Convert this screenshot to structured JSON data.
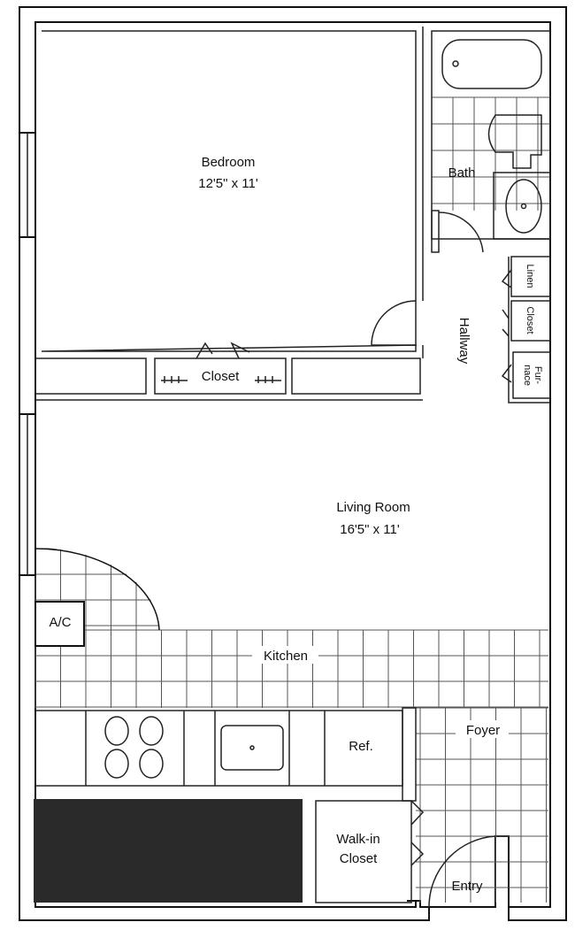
{
  "rooms": {
    "bedroom": {
      "name": "Bedroom",
      "size": "12'5\" x 11'"
    },
    "bedroom_closet": {
      "name": "Closet"
    },
    "bath": {
      "name": "Bath"
    },
    "hallway": {
      "name": "Hallway"
    },
    "linen": {
      "name": "Linen"
    },
    "hall_closet": {
      "name": "Closet"
    },
    "furnace": {
      "name_line1": "Fur-",
      "name_line2": "nace"
    },
    "living_room": {
      "name": "Living Room",
      "size": "16'5\" x 11'"
    },
    "ac": {
      "name": "A/C"
    },
    "kitchen": {
      "name": "Kitchen"
    },
    "refrigerator": {
      "name": "Ref."
    },
    "foyer": {
      "name": "Foyer"
    },
    "walkin_closet": {
      "name_line1": "Walk-in",
      "name_line2": "Closet"
    },
    "entry": {
      "name": "Entry"
    }
  },
  "colors": {
    "wall": "#111111",
    "rug": "#2a2a2a",
    "background": "#ffffff"
  }
}
